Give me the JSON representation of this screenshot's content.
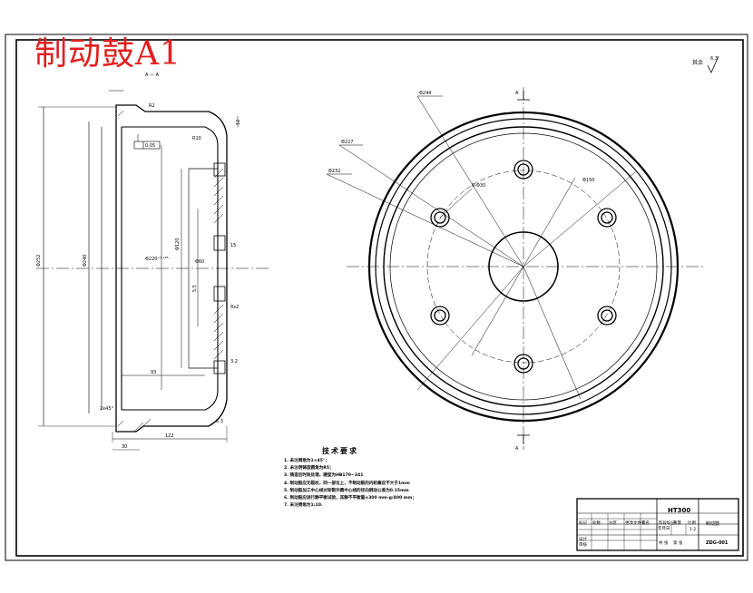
{
  "sheet": {
    "stamp_text": "制动鼓A1",
    "section_label": "A — A",
    "section_marker": "A",
    "roughness_note": "其余",
    "roughness_value": "6.3"
  },
  "dimensions": {
    "phi_outer_flange": "Φ252",
    "phi_bore_left": "Φ240",
    "phi_drum_inner": "Φ220⁺⁰·¹⁸⁵",
    "phi_hub": "Φ120",
    "phi_hub_small": "Φ60",
    "phi_pcd_front": "Φ150",
    "phi_bolt_circle_a": "Φ244",
    "phi_bolt_circle_b": "Φ227",
    "phi_bolt_circle_c": "Φ232",
    "bolt_holes": "6-Φ30",
    "width_overall": "122",
    "width_30": "30",
    "depth_93": "93",
    "r2": "R2",
    "r10": "R10",
    "r12": "12",
    "r15": "15",
    "chamfer": "2x45°",
    "dim_55": "5.5",
    "dim_8x2": "8x2",
    "dim_3": "3.2",
    "tolerance_frame": "0.05"
  },
  "tech_notes": {
    "title": "技术要求",
    "items": [
      "1. 未注倒角为1×45°；",
      "2. 未注明铸造圆角为R5；",
      "3. 铸造后时效处理，硬度为HB170~241",
      "4. 制动鼓应无裂纹，同一部位上，不制动鼓的内轮廓应不大于1mm",
      "5. 制动鼓加工中心线对轮毂外圆中心线的径向跳动公差为0.15mm",
      "6. 制动鼓应进行静平衡试验，其静不平衡量≤300 mm·g/400 mm；",
      "7. 未注倒角为1:10."
    ]
  },
  "title_block": {
    "material": "HT300",
    "part_name": "制动鼓",
    "drawing_no": "ZDG-001",
    "scale": "1:2",
    "designer": "设计",
    "checker": "审核",
    "cells": [
      "标记",
      "处数",
      "分区",
      "更改文件号",
      "签名",
      "年月日",
      "阶段标记",
      "重量",
      "比例",
      "共 张",
      "第 张"
    ]
  }
}
